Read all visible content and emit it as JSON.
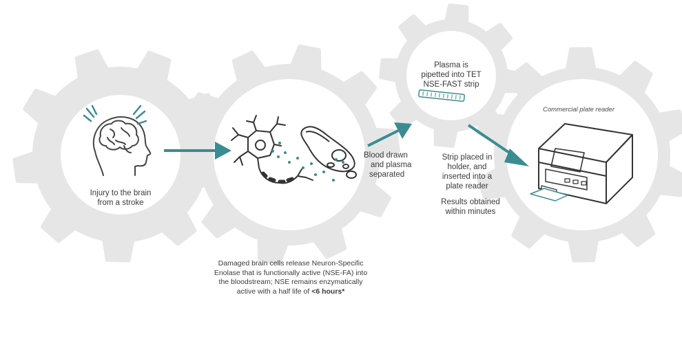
{
  "labels": {
    "brain_caption": [
      "Injury to the brain",
      "from a stroke"
    ],
    "blood_drawn": [
      "Blood drawn",
      "and plasma",
      "separated"
    ],
    "plasma_pipetted": [
      "Plasma is",
      "pipetted into TET",
      "NSE-FAST strip"
    ],
    "plate_reader_title": "Commercial plate reader",
    "strip_placed": [
      "Strip placed in",
      "holder, and",
      "inserted into a",
      "plate reader"
    ],
    "results": [
      "Results obtained",
      "within minutes"
    ],
    "release_caption": [
      "Damaged brain cells release Neuron-Specific",
      "Enolase that is functionally active (NSE-FA) into",
      "the bloodstream; NSE remains enzymatically"
    ],
    "release_caption_last_prefix": "active with a half life of ",
    "release_caption_last_bold": "<6 hours*"
  },
  "colors": {
    "gear": "#e6e6e6",
    "circle": "#ffffff",
    "teal": "#3a8c92",
    "line_art": "#444444",
    "text": "#3a3a3a"
  },
  "icons": [
    "brain-head-icon",
    "neuron-icon",
    "blood-cell-icon",
    "test-strip-icon",
    "plate-reader-icon"
  ]
}
